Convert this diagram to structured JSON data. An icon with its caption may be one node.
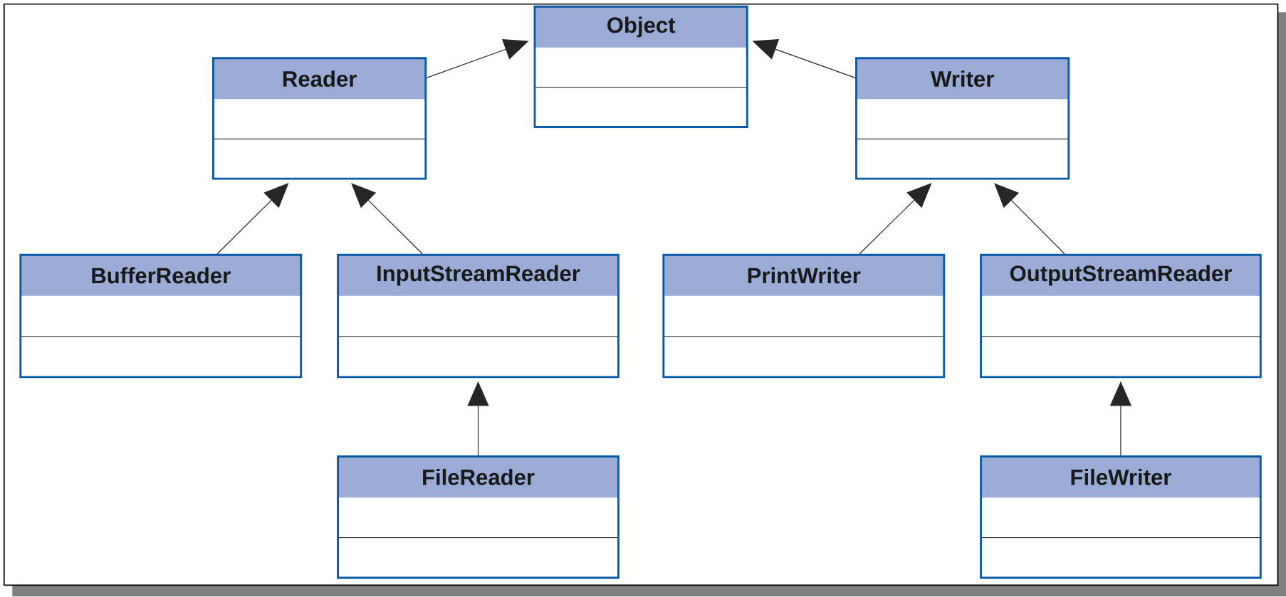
{
  "diagram": {
    "nodes": [
      {
        "text": [
          "Object"
        ]
      },
      {
        "text": [
          "Reader"
        ]
      },
      {
        "text": [
          "Writer"
        ]
      },
      {
        "text": [
          "BufferReader"
        ]
      },
      {
        "text": [
          "InputStreamReader"
        ]
      },
      {
        "text": [
          "PrintWriter"
        ]
      },
      {
        "text": [
          "OutputStreamReader"
        ]
      },
      {
        "text": [
          "FileReader"
        ]
      },
      {
        "text": [
          "FileWriter"
        ]
      }
    ],
    "edges": [
      {
        "from": 1,
        "to": 0,
        "arrow": "to"
      },
      {
        "from": 2,
        "to": 0,
        "arrow": "to"
      },
      {
        "from": 3,
        "to": 1,
        "arrow": "to"
      },
      {
        "from": 4,
        "to": 1,
        "arrow": "to"
      },
      {
        "from": 5,
        "to": 2,
        "arrow": "to"
      },
      {
        "from": 6,
        "to": 2,
        "arrow": "to"
      },
      {
        "from": 7,
        "to": 4,
        "arrow": "to"
      },
      {
        "from": 8,
        "to": 6,
        "arrow": "to"
      }
    ]
  }
}
